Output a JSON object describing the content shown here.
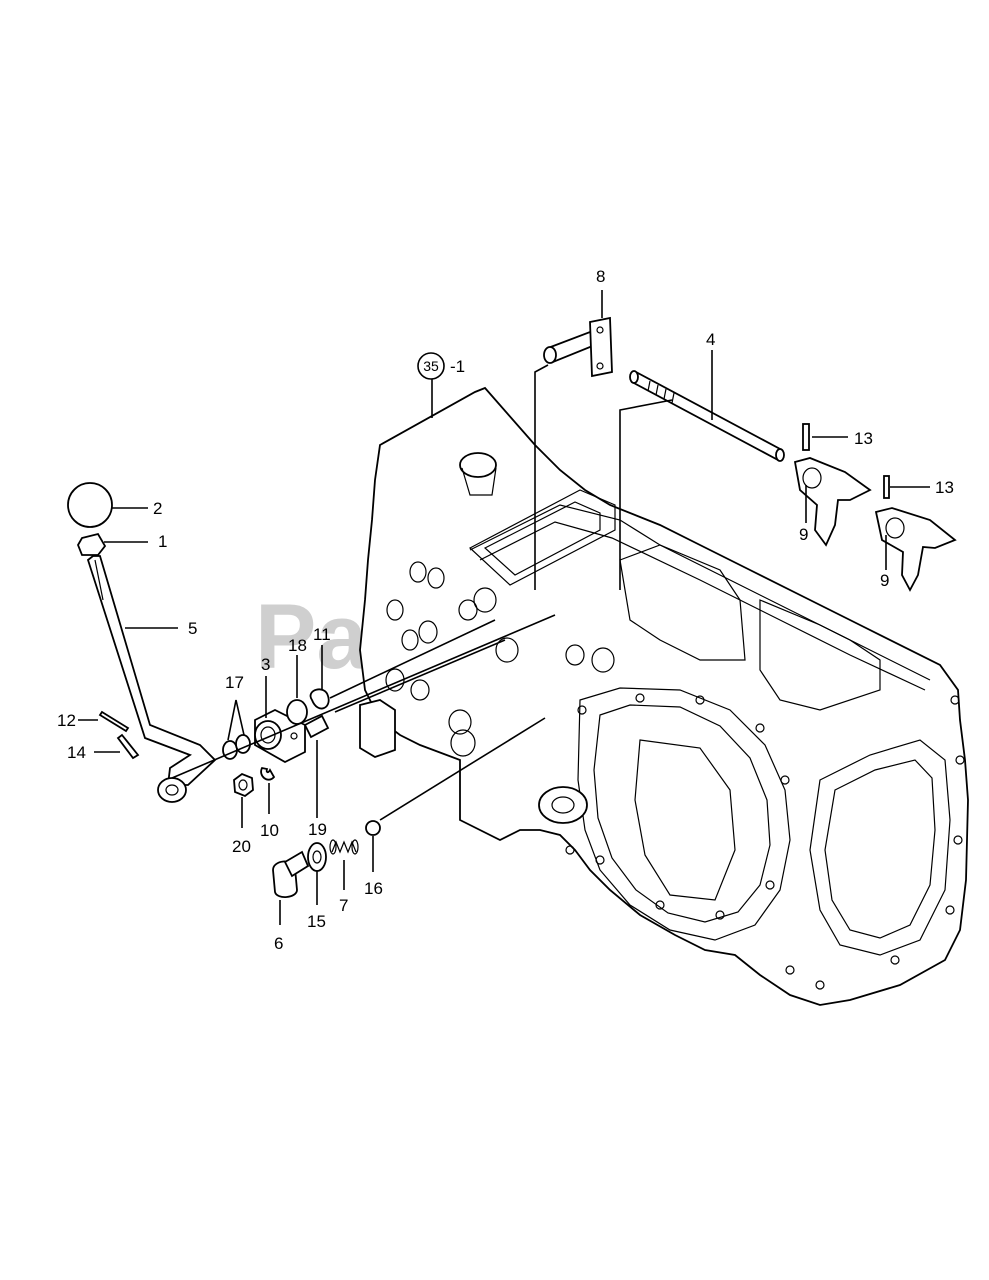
{
  "diagram": {
    "watermark": "PartsTree",
    "assembly_ref": {
      "circled": "35",
      "suffix": "-1"
    },
    "callouts": [
      {
        "id": "1",
        "label": "1"
      },
      {
        "id": "2",
        "label": "2"
      },
      {
        "id": "3",
        "label": "3"
      },
      {
        "id": "4",
        "label": "4"
      },
      {
        "id": "5",
        "label": "5"
      },
      {
        "id": "6",
        "label": "6"
      },
      {
        "id": "7",
        "label": "7"
      },
      {
        "id": "8",
        "label": "8"
      },
      {
        "id": "9a",
        "label": "9"
      },
      {
        "id": "9b",
        "label": "9"
      },
      {
        "id": "10",
        "label": "10"
      },
      {
        "id": "11",
        "label": "11"
      },
      {
        "id": "12",
        "label": "12"
      },
      {
        "id": "13a",
        "label": "13"
      },
      {
        "id": "13b",
        "label": "13"
      },
      {
        "id": "14",
        "label": "14"
      },
      {
        "id": "15",
        "label": "15"
      },
      {
        "id": "16",
        "label": "16"
      },
      {
        "id": "17",
        "label": "17"
      },
      {
        "id": "18",
        "label": "18"
      },
      {
        "id": "19",
        "label": "19"
      },
      {
        "id": "20",
        "label": "20"
      }
    ]
  }
}
